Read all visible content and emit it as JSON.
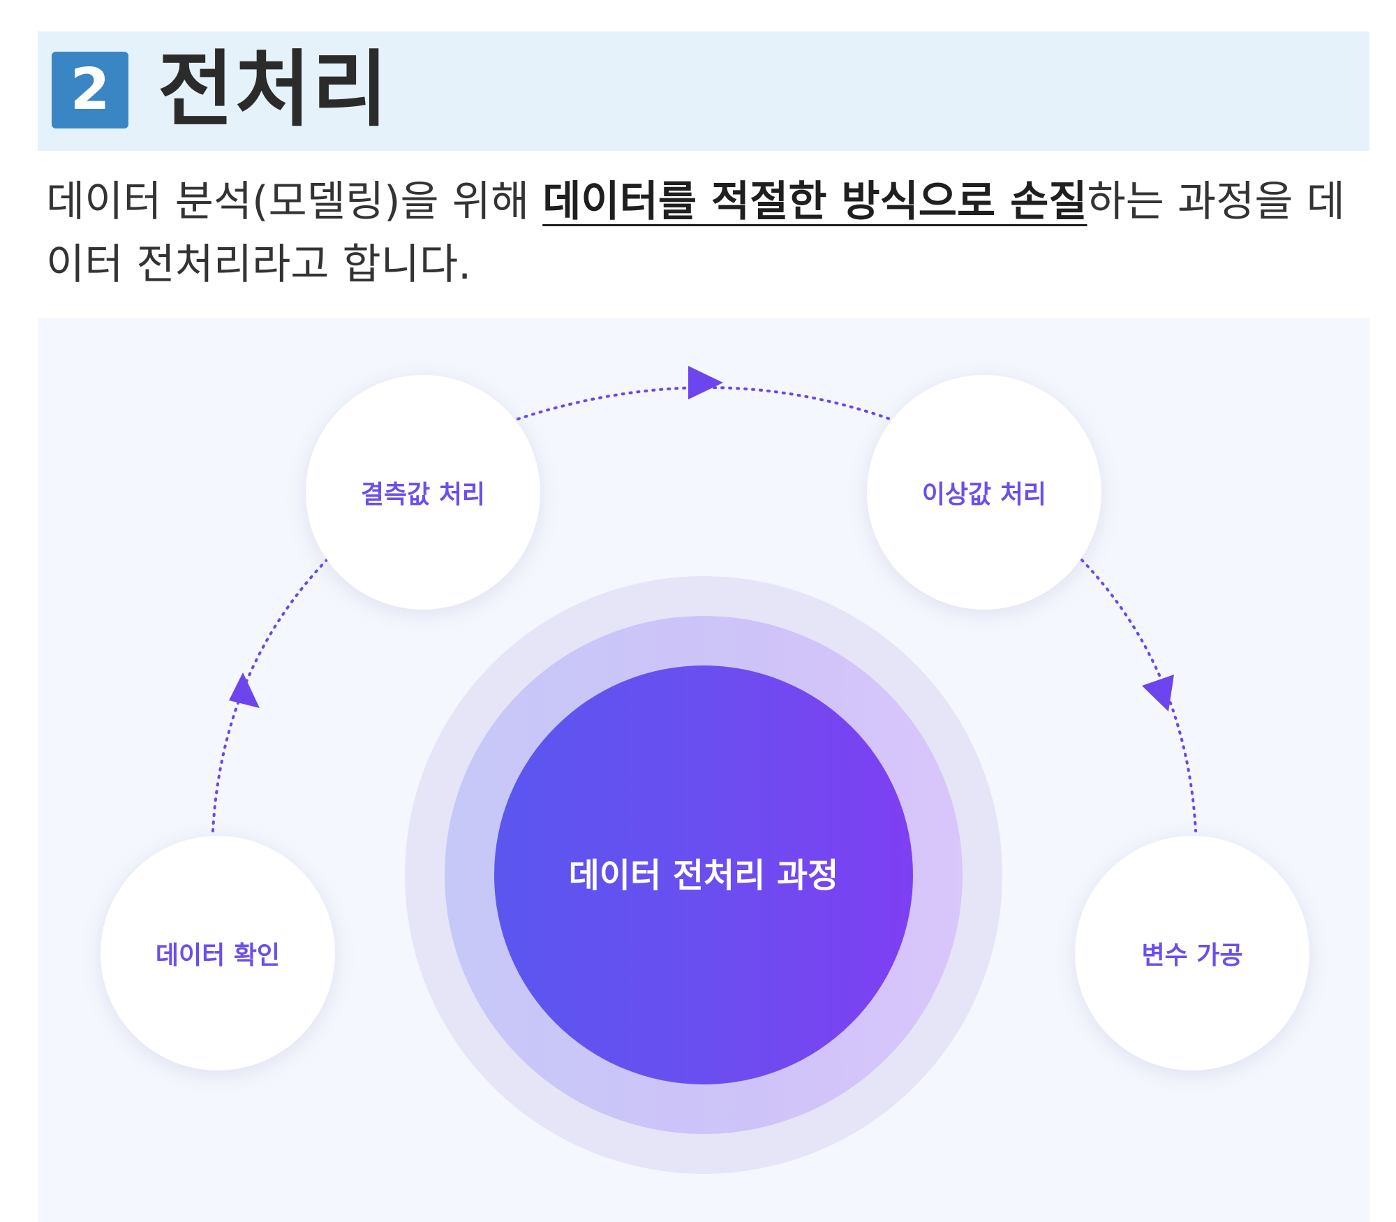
{
  "section": {
    "number": "2",
    "title": "전처리"
  },
  "intro": {
    "before": "데이터 분석(모델링)을 위해 ",
    "emphasis": "데이터를 적절한 방식으로 손질",
    "after": "하는 과정을 데이터 전처리라고 합니다."
  },
  "diagram": {
    "center_label": "데이터 전처리 과정",
    "steps": [
      {
        "label": "데이터 확인"
      },
      {
        "label": "결측값 처리"
      },
      {
        "label": "이상값 처리"
      },
      {
        "label": "변수 가공"
      }
    ],
    "colors": {
      "accent": "#6b4ef0",
      "arrow": "#6c45ee",
      "core_start": "#5b56ef",
      "core_end": "#7e3ff2",
      "panel_bg": "#f4f7fd",
      "header_bg": "#e5f2f9",
      "badge_bg": "#3a86c4"
    }
  }
}
